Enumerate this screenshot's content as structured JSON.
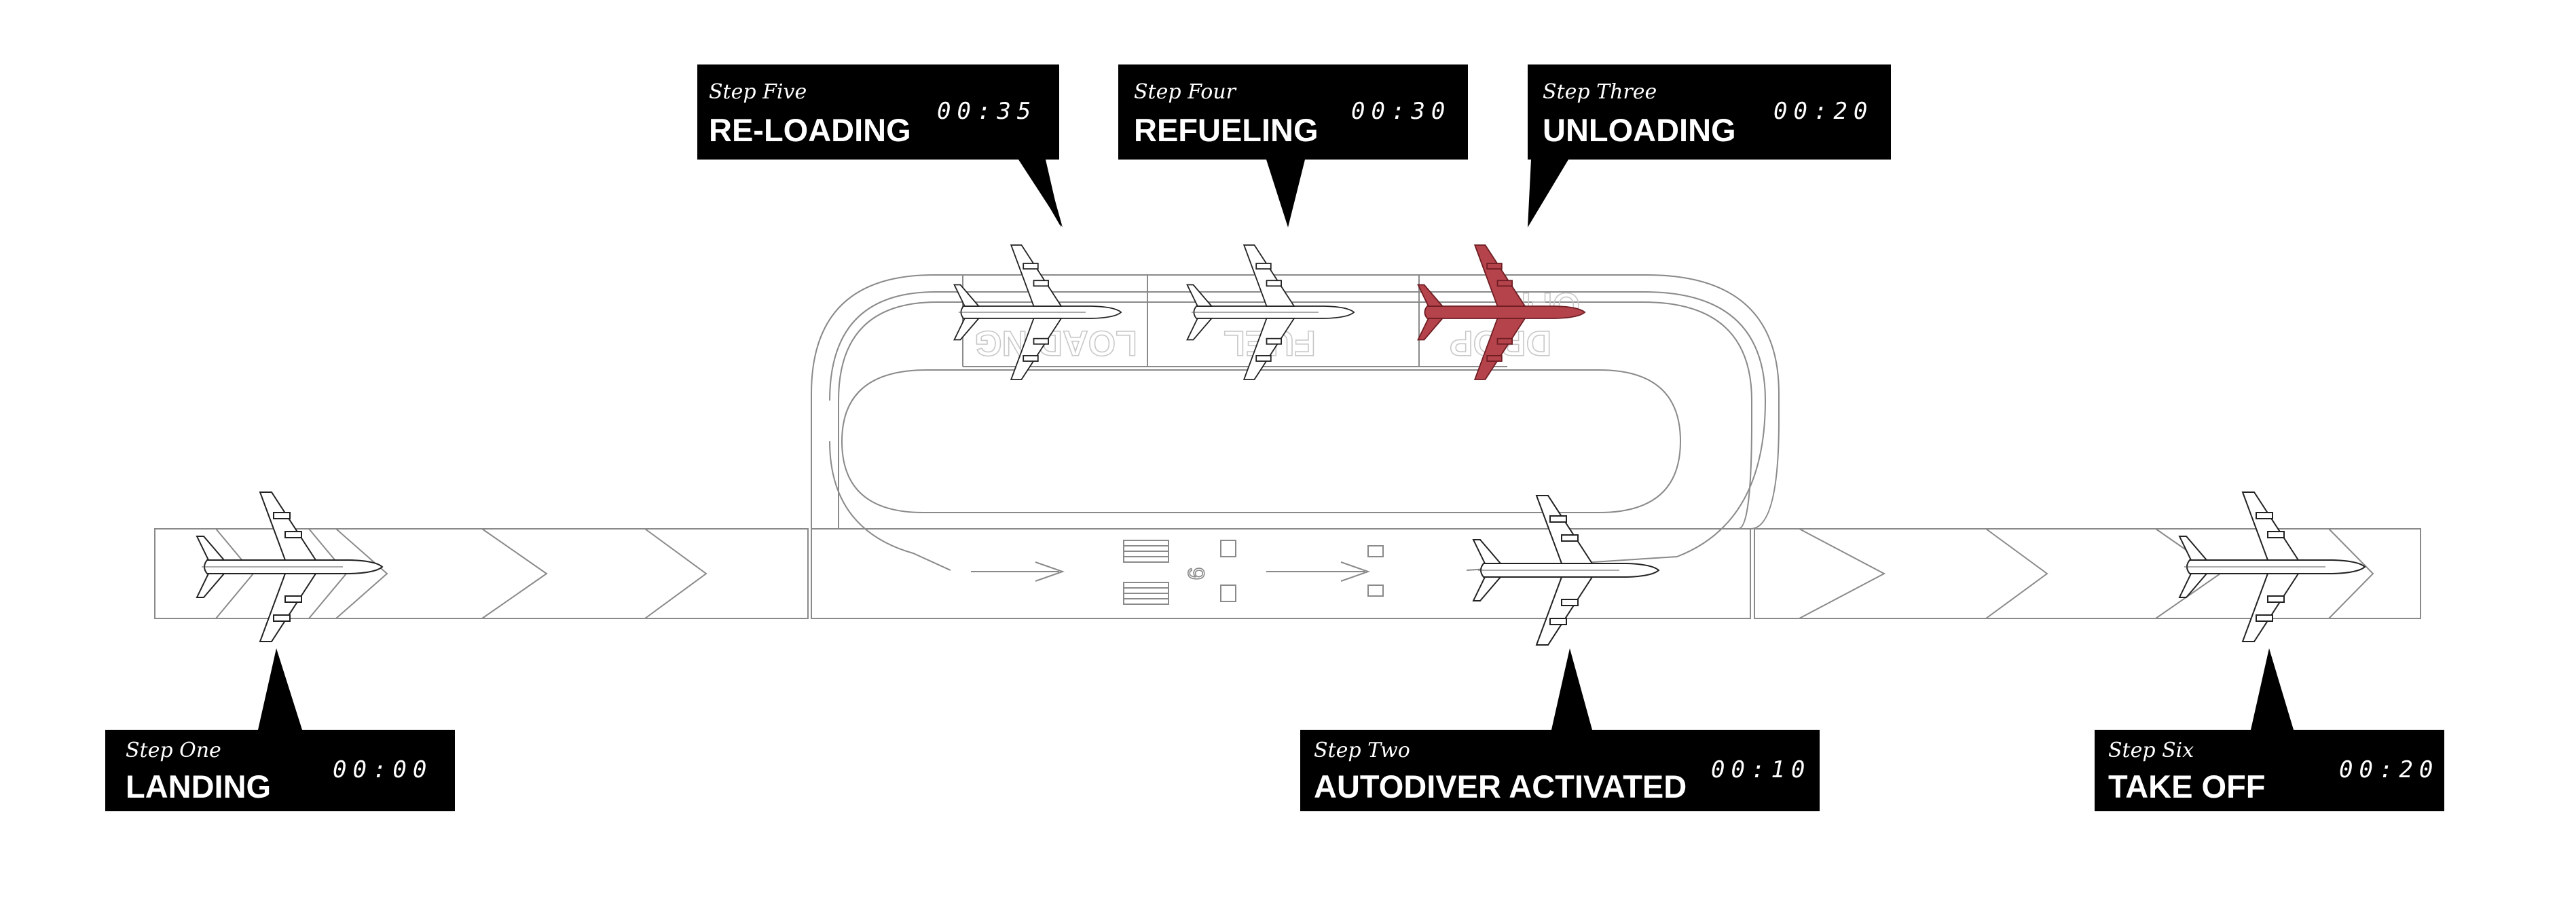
{
  "steps": [
    {
      "id": "one",
      "label": "Step One",
      "title": "LANDING",
      "time": "00:00"
    },
    {
      "id": "two",
      "label": "Step Two",
      "title": "AUTODIVER ACTIVATED",
      "time": "00:10"
    },
    {
      "id": "three",
      "label": "Step Three",
      "title": "UNLOADING",
      "time": "00:20"
    },
    {
      "id": "four",
      "label": "Step Four",
      "title": "REFUELING",
      "time": "00:30"
    },
    {
      "id": "five",
      "label": "Step Five",
      "title": "RE-LOADING",
      "time": "00:35"
    },
    {
      "id": "six",
      "label": "Step Six",
      "title": "TAKE OFF",
      "time": "00:20"
    }
  ],
  "pads": {
    "loading": "LOADING",
    "fuel": "FUEL",
    "drop": "DROP",
    "off": "OFF"
  },
  "runway_marking": "9",
  "colors": {
    "callout_bg": "#000000",
    "callout_text": "#ffffff",
    "highlight_plane": "#b5434c",
    "line": "#8a8a8a"
  }
}
